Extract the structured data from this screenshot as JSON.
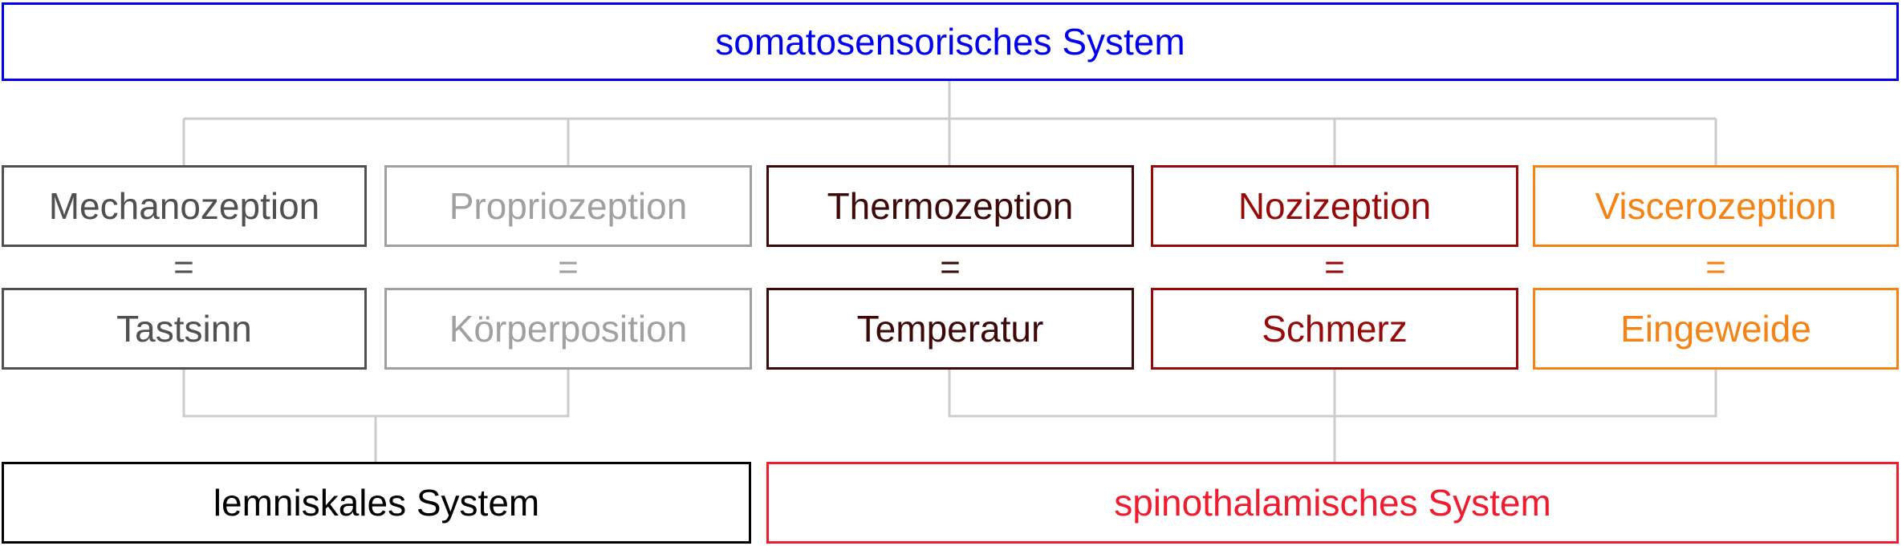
{
  "colors": {
    "root": "#0000ee",
    "connector": "#cccccc",
    "mechanozeption": "#505050",
    "propriozeption": "#a0a0a0",
    "thermozeption": "#3c0808",
    "nozizeption": "#960a0a",
    "viscerozeption": "#f58214",
    "lemniscal": "#000000",
    "spinothalamic": "#ee1c2e"
  },
  "root": {
    "label": "somatosensorisches System"
  },
  "modalities": [
    {
      "id": "mech",
      "category": "Mechanozeption",
      "equals": "=",
      "meaning": "Tastsinn"
    },
    {
      "id": "prop",
      "category": "Propriozeption",
      "equals": "=",
      "meaning": "Körperposition"
    },
    {
      "id": "therm",
      "category": "Thermozeption",
      "equals": "=",
      "meaning": "Temperatur"
    },
    {
      "id": "nozi",
      "category": "Nozizeption",
      "equals": "=",
      "meaning": "Schmerz"
    },
    {
      "id": "visc",
      "category": "Viscerozeption",
      "equals": "=",
      "meaning": "Eingeweide"
    }
  ],
  "systems": {
    "lemniscal": {
      "label": "lemniskales System"
    },
    "spinothalamic": {
      "label": "spinothalamisches System"
    }
  }
}
